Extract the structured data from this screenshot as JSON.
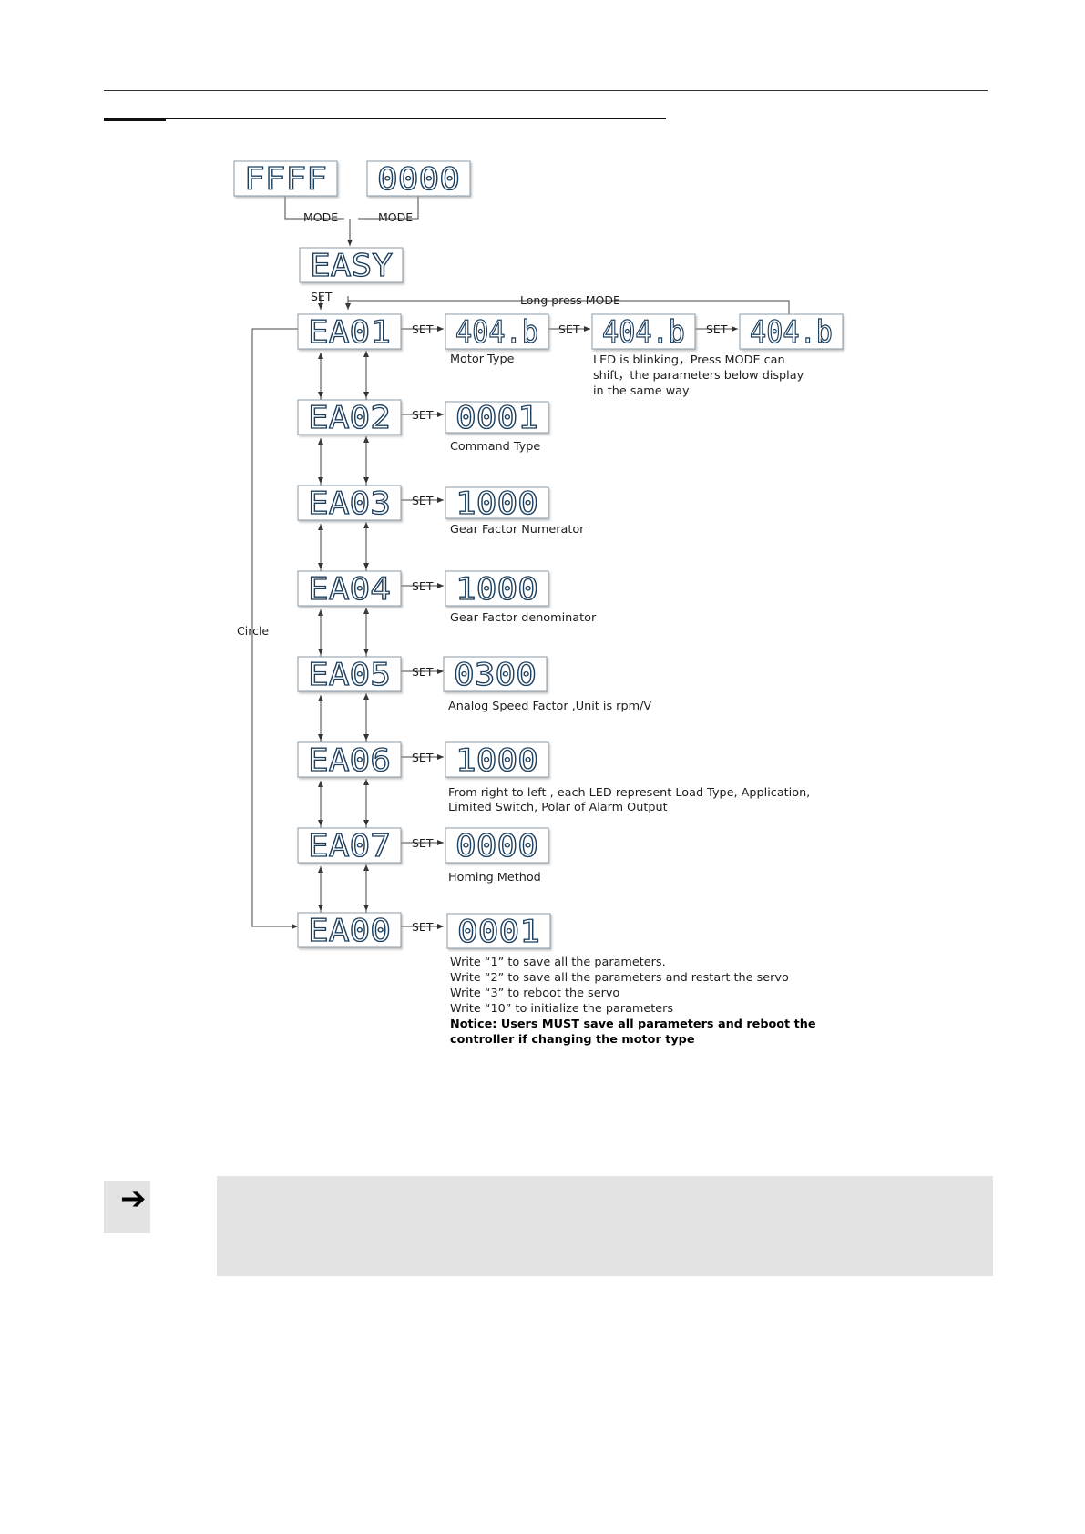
{
  "displays": [
    {
      "id": "ffff",
      "text": "FFFF"
    },
    {
      "id": "0000-top",
      "text": "0000"
    },
    {
      "id": "easy",
      "text": "EASY"
    },
    {
      "id": "ea01",
      "text": "EA01"
    },
    {
      "id": "ea01-v1",
      "text": "404.b"
    },
    {
      "id": "ea01-v2",
      "text": "404.b"
    },
    {
      "id": "ea01-v3",
      "text": "404.b"
    },
    {
      "id": "ea02",
      "text": "EA02"
    },
    {
      "id": "ea02-v",
      "text": "0001"
    },
    {
      "id": "ea03",
      "text": "EA03"
    },
    {
      "id": "ea03-v",
      "text": "1000"
    },
    {
      "id": "ea04",
      "text": "EA04"
    },
    {
      "id": "ea04-v",
      "text": "1000"
    },
    {
      "id": "ea05",
      "text": "EA05"
    },
    {
      "id": "ea05-v",
      "text": "0300"
    },
    {
      "id": "ea06",
      "text": "EA06"
    },
    {
      "id": "ea06-v",
      "text": "1000"
    },
    {
      "id": "ea07",
      "text": "EA07"
    },
    {
      "id": "ea07-v",
      "text": "0000"
    },
    {
      "id": "ea00",
      "text": "EA00"
    },
    {
      "id": "ea00-v",
      "text": "0001"
    }
  ],
  "labels": {
    "mode": "MODE",
    "set": "SET",
    "long_press_mode": "Long press MODE",
    "circle": "Circle"
  },
  "descriptions": {
    "ea01": "Motor Type",
    "blink_1": "LED is blinking，Press MODE can",
    "blink_2": "shift，the parameters below display",
    "blink_3": "in the same way",
    "ea02": "Command Type",
    "ea03": "Gear Factor Numerator",
    "ea04": "Gear Factor denominator",
    "ea05": "Analog Speed Factor ,Unit is rpm/V",
    "ea06_1": "From right to left , each LED represent Load Type, Application,",
    "ea06_2": "Limited Switch, Polar of Alarm Output",
    "ea07": "Homing Method",
    "ea00_1": "Write “1” to save all the parameters.",
    "ea00_2": "Write “2” to save all the parameters and restart the servo",
    "ea00_3": "Write “3” to reboot the servo",
    "ea00_4": "Write “10” to initialize the parameters",
    "notice_1": "Notice: Users MUST save all parameters and reboot the",
    "notice_2": "controller if changing the motor type"
  },
  "note": {
    "icon": "arrow-right-icon",
    "text": ""
  },
  "colors": {
    "led_segment": "#1d3f5e",
    "display_border": "#8a9aa8",
    "note_background": "#e3e3e3"
  }
}
